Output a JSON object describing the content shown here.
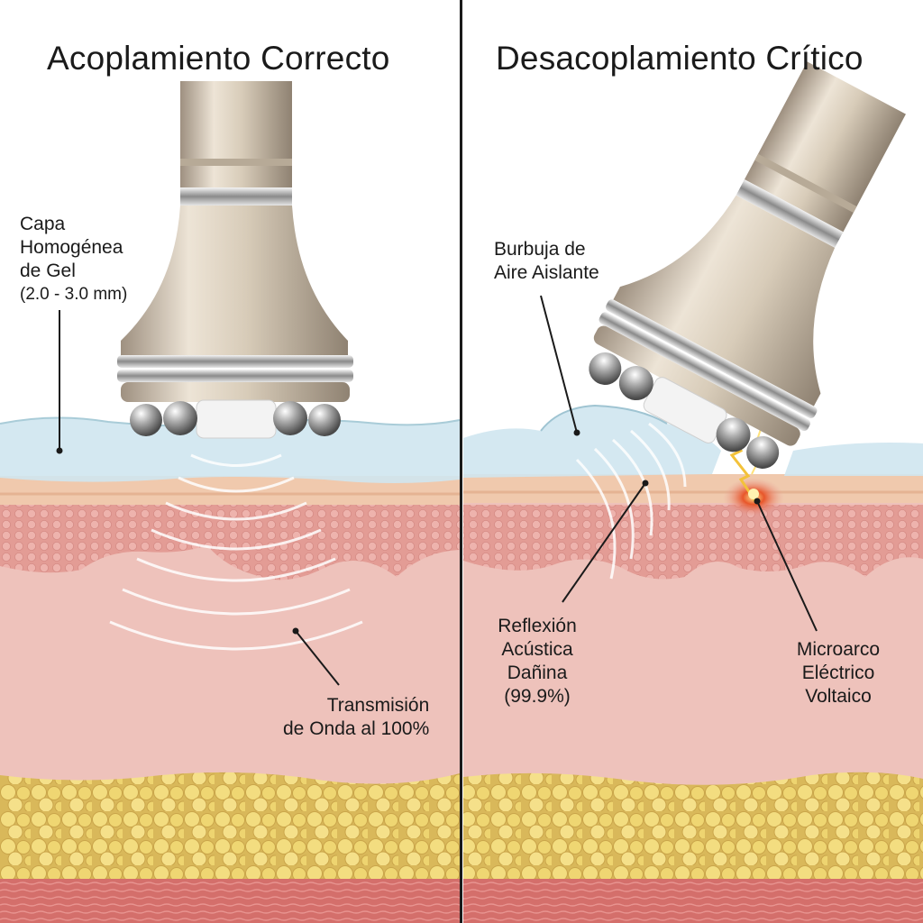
{
  "panels": {
    "left": {
      "title": "Acoplamiento Correcto",
      "gel_label": [
        "Capa",
        "Homogénea",
        "de Gel",
        "(2.0 - 3.0 mm)"
      ],
      "wave_label": [
        "Transmisión",
        "de Onda al 100%"
      ]
    },
    "right": {
      "title": "Desacoplamiento Crítico",
      "bubble_label": [
        "Burbuja de",
        "Aire Aislante"
      ],
      "reflection_label": [
        "Reflexión",
        "Acústica",
        "Dañina",
        "(99.9%)"
      ],
      "arc_label": [
        "Microarco",
        "Eléctrico",
        "Voltaico"
      ]
    }
  },
  "colors": {
    "gel": "#cfe6ef",
    "epidermis": "#f2cdb2",
    "dermis": "#e9a6a0",
    "fat": "#ecd77a",
    "muscle": "#d9726e",
    "probe_metal": "#c9bba7",
    "arc": "#f3c23a"
  }
}
